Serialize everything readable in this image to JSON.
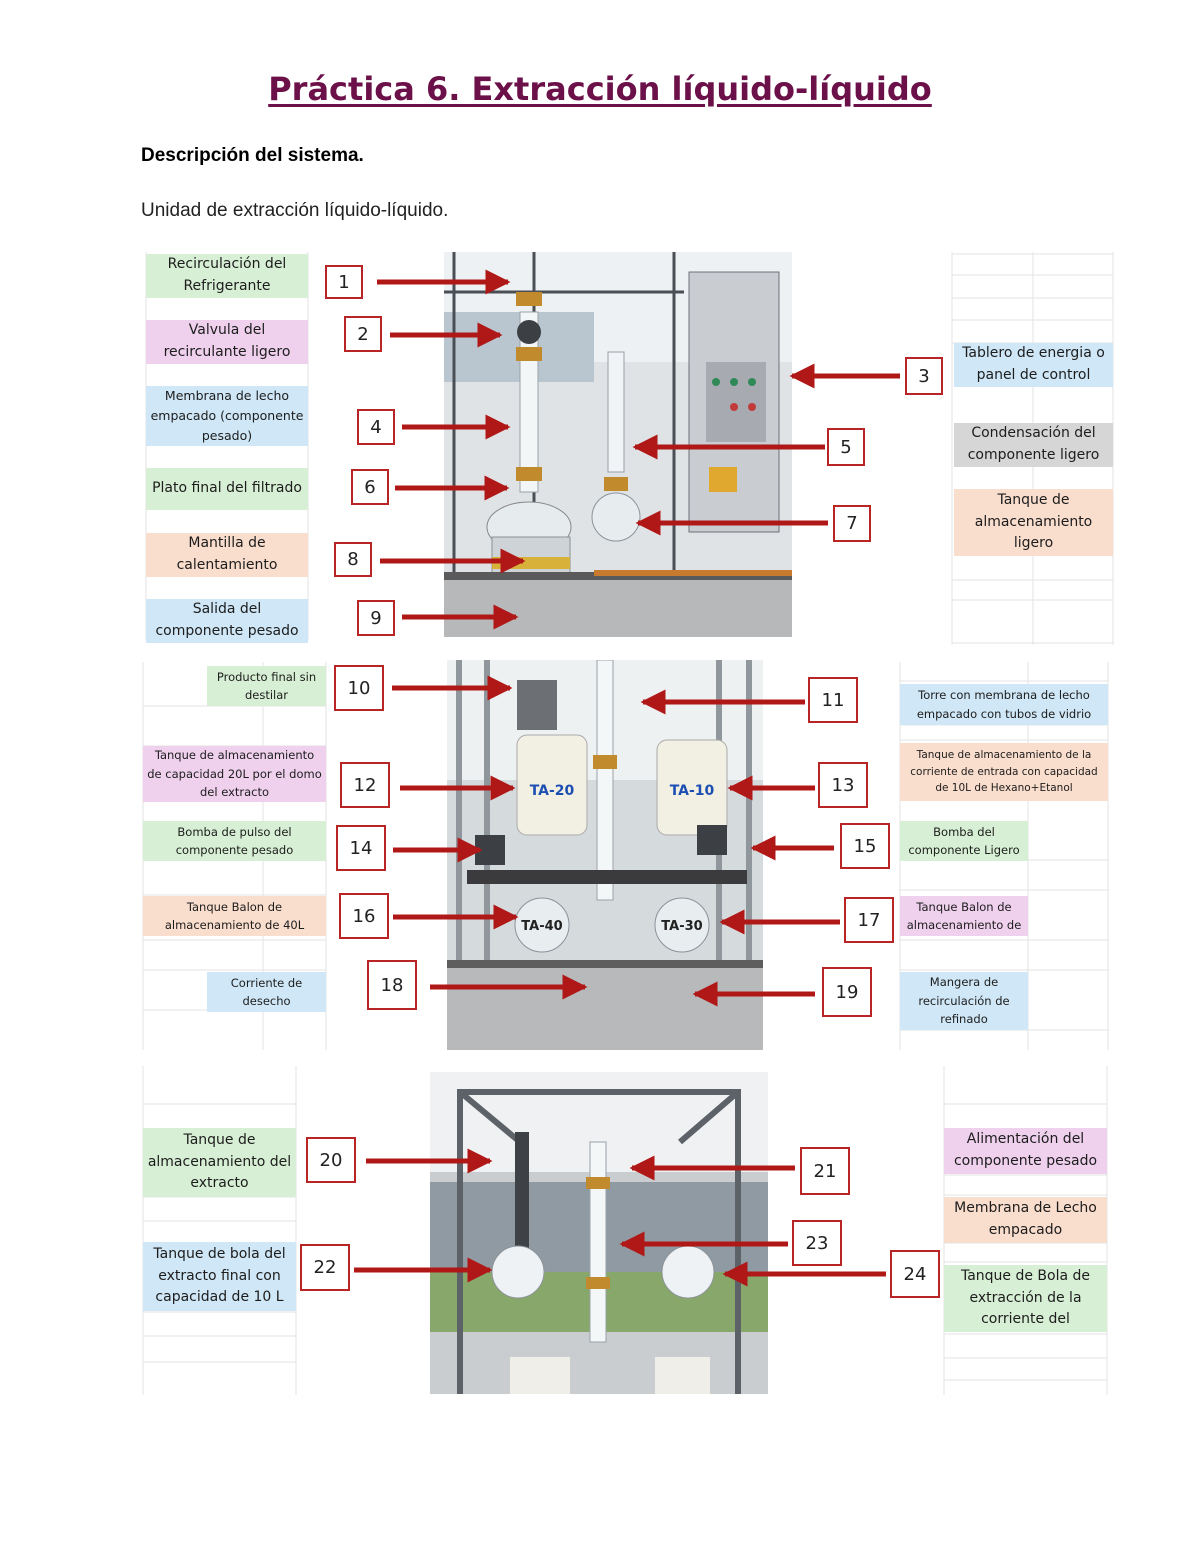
{
  "document": {
    "title": "Práctica 6. Extracción líquido-líquido",
    "subheading": "Descripción del sistema.",
    "intro": "Unidad de extracción líquido-líquido."
  },
  "section1": {
    "labels": {
      "recirculacion": "Recirculación del Refrigerante",
      "valvula": "Valvula del recirculante ligero",
      "membrana": "Membrana de lecho empacado (componente pesado)",
      "plato": "Plato final del filtrado",
      "mantilla": "Mantilla de calentamiento",
      "salida": "Salida del componente pesado",
      "tablero": "Tablero de energia o panel de control",
      "condensacion": "Condensación del componente ligero",
      "tanque_ligero": "Tanque de almacenamiento ligero"
    },
    "numbers": [
      "1",
      "2",
      "3",
      "4",
      "5",
      "6",
      "7",
      "8",
      "9"
    ]
  },
  "section2": {
    "labels": {
      "producto": "Producto final sin destilar",
      "tanque20": "Tanque de almacenamiento de capacidad 20L por el domo del extracto",
      "bomba_pesado": "Bomba de pulso del componente pesado",
      "balon40": "Tanque Balon de almacenamiento de 40L",
      "desecho": "Corriente de desecho",
      "torre": "Torre con membrana de lecho empacado con tubos de vidrio",
      "tanque10": "Tanque de almacenamiento de la corriente de entrada con capacidad de 10L de Hexano+Etanol",
      "bomba_ligero": "Bomba del componente Ligero",
      "balon_ligero": "Tanque Balon de almacenamiento de",
      "manguera": "Mangera de recirculación de refinado"
    },
    "numbers": [
      "10",
      "11",
      "12",
      "13",
      "14",
      "15",
      "16",
      "17",
      "18",
      "19"
    ],
    "tank_marks": [
      "TA-20",
      "TA-10",
      "TA-40",
      "TA-30"
    ]
  },
  "section3": {
    "labels": {
      "tanque_extracto": "Tanque de almacenamiento del extracto",
      "tanque_bola": "Tanque de bola del extracto final con capacidad de 10 L",
      "alimentacion": "Alimentación del componente pesado",
      "membrana_lecho": "Membrana de Lecho empacado",
      "tanque_bola_extr": "Tanque de Bola de extracción de la corriente del"
    },
    "numbers": [
      "20",
      "21",
      "22",
      "23",
      "24"
    ]
  },
  "colors": {
    "title": "#6b1048",
    "arrow": "#b01818",
    "box_border": "#b92424"
  }
}
